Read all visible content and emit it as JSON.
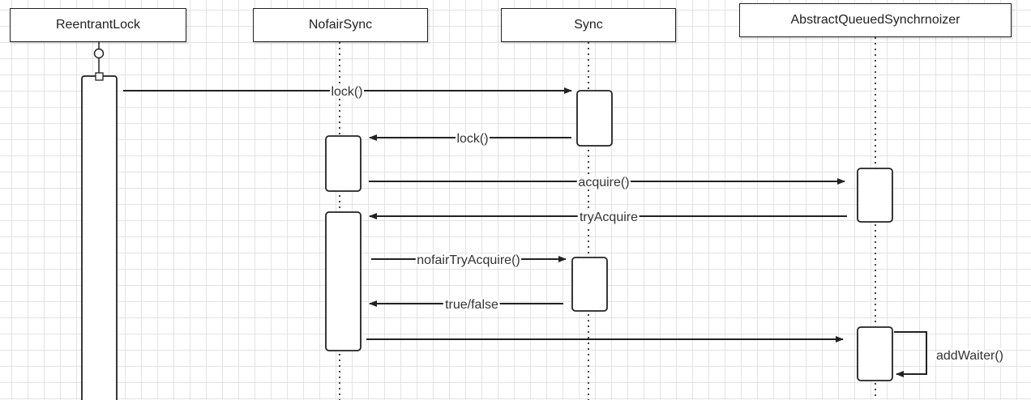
{
  "lifelines": [
    {
      "name": "ReentrantLock"
    },
    {
      "name": "NofairSync"
    },
    {
      "name": "Sync"
    },
    {
      "name": "AbstractQueuedSynchrnoizer"
    }
  ],
  "messages": [
    {
      "label": "lock()",
      "from": "ReentrantLock",
      "to": "Sync"
    },
    {
      "label": "lock()",
      "from": "Sync",
      "to": "NofairSync"
    },
    {
      "label": "acquire()",
      "from": "NofairSync",
      "to": "AbstractQueuedSynchrnoizer"
    },
    {
      "label": "tryAcquire",
      "from": "AbstractQueuedSynchrnoizer",
      "to": "NofairSync"
    },
    {
      "label": "nofairTryAcquire()",
      "from": "NofairSync",
      "to": "Sync"
    },
    {
      "label": "true/false",
      "from": "Sync",
      "to": "NofairSync"
    },
    {
      "label": "",
      "from": "NofairSync",
      "to": "AbstractQueuedSynchrnoizer"
    },
    {
      "label": "addWaiter()",
      "from": "AbstractQueuedSynchrnoizer",
      "to": "AbstractQueuedSynchrnoizer"
    }
  ],
  "footer_note": "",
  "colors": {
    "line": "#222222",
    "grid": "#e3e3e3",
    "background": "#ffffff"
  }
}
